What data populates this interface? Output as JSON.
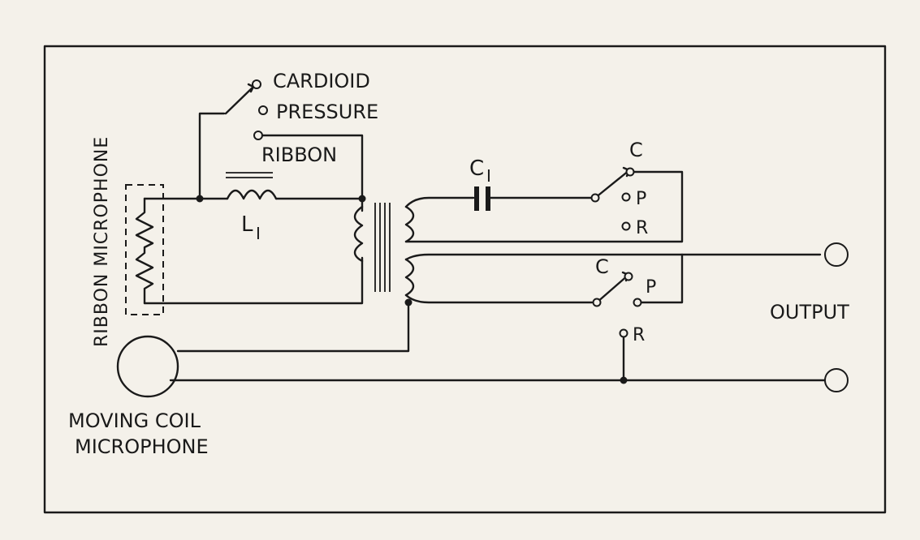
{
  "labels": {
    "ribbon_microphone": "RIBBON MICROPHONE",
    "cardioid": "CARDIOID",
    "pressure": "PRESSURE",
    "ribbon": "RIBBON",
    "inductor_l": "L",
    "inductor_sub": "I",
    "capacitor_c": "C",
    "capacitor_sub": "I",
    "upper_switch_c": "C",
    "upper_switch_p": "P",
    "upper_switch_r": "R",
    "lower_switch_c": "C",
    "lower_switch_p": "P",
    "lower_switch_r": "R",
    "output": "OUTPUT",
    "moving_coil_line1": "MOVING COIL",
    "moving_coil_line2": "MICROPHONE"
  }
}
